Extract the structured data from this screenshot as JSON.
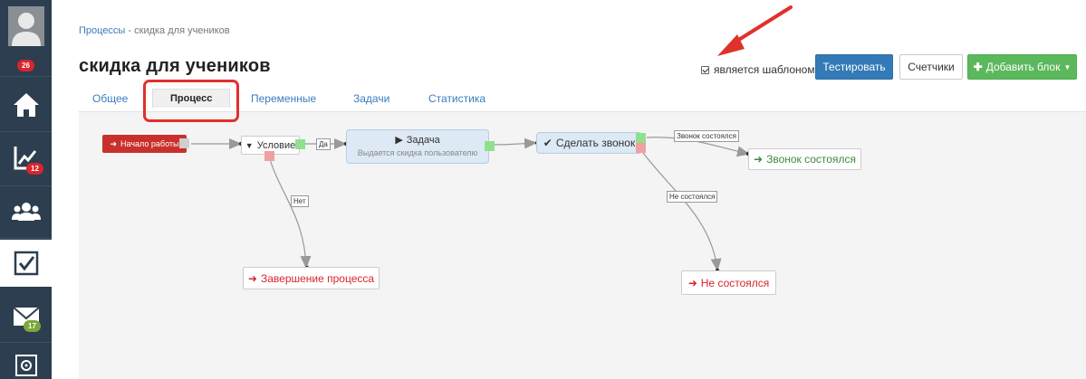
{
  "sidebar": {
    "items": [
      {
        "icon": "user-avatar-icon",
        "badge": "26"
      },
      {
        "icon": "home-icon"
      },
      {
        "icon": "chart-icon",
        "badge": "12"
      },
      {
        "icon": "users-icon"
      },
      {
        "icon": "tasks-checkbox-icon"
      },
      {
        "icon": "mail-icon",
        "badge": "17"
      },
      {
        "icon": "settings-icon"
      }
    ]
  },
  "breadcrumb": {
    "link": "Процессы",
    "separator": " - ",
    "current": "скидка для учеников"
  },
  "page": {
    "title": "скидка для учеников"
  },
  "template_checkbox": {
    "label": "является шаблоном",
    "checked": true
  },
  "buttons": {
    "test": "Тестировать",
    "counters": "Счетчики",
    "add_block": "Добавить блок"
  },
  "tabs": [
    {
      "label": "Общее"
    },
    {
      "label": "Процесс",
      "active": true
    },
    {
      "label": "Переменные"
    },
    {
      "label": "Задачи"
    },
    {
      "label": "Статистика"
    }
  ],
  "flow": {
    "nodes": {
      "start": "Начало работы",
      "condition": "Условие",
      "task_title": "Задача",
      "task_subtitle": "Выдается скидка пользователю",
      "call": "Сделать звонок",
      "end_ok": "Звонок состоялся",
      "end_process": "Завершение процесса",
      "end_no": "Не состоялся"
    },
    "edge_labels": {
      "yes": "Да",
      "no": "Нет",
      "call_ok": "Звонок состоялся",
      "call_no": "Не состоялся"
    }
  },
  "colors": {
    "sidebar": "#2d3e50",
    "primary": "#337ab7",
    "success": "#5cb85c",
    "danger": "#c9302c",
    "annotation": "#e0312b"
  }
}
